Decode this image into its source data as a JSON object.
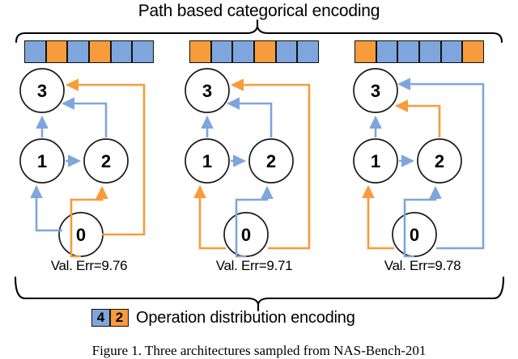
{
  "figure": {
    "title": "Path based categorical encoding",
    "legend_label": "Operation distribution encoding",
    "caption": "Figure 1.   Three architectures sampled from NAS-Bench-201"
  },
  "colors": {
    "blue": "#7EA6DC",
    "orange": "#F89B3A",
    "outline": "#111111",
    "node_stroke": "#1a1a1a",
    "brace": "#000000"
  },
  "legend": {
    "cells": [
      {
        "value": "4",
        "color": "blue"
      },
      {
        "value": "2",
        "color": "orange"
      }
    ]
  },
  "encodings": [
    {
      "name": "encoding-bar-1",
      "cells": [
        "blue",
        "orange",
        "blue",
        "orange",
        "blue",
        "blue"
      ]
    },
    {
      "name": "encoding-bar-2",
      "cells": [
        "orange",
        "blue",
        "blue",
        "orange",
        "blue",
        "blue"
      ]
    },
    {
      "name": "encoding-bar-3",
      "cells": [
        "orange",
        "blue",
        "blue",
        "blue",
        "blue",
        "orange"
      ]
    }
  ],
  "architectures": [
    {
      "id": "arch-1",
      "val_err_label": "Val. Err=9.76",
      "nodes": [
        "3",
        "1",
        "2",
        "0"
      ],
      "edges": [
        {
          "from": "0",
          "to": "1",
          "color": "blue"
        },
        {
          "from": "0",
          "to": "2",
          "color": "orange"
        },
        {
          "from": "0",
          "to": "3",
          "color": "orange"
        },
        {
          "from": "1",
          "to": "2",
          "color": "blue"
        },
        {
          "from": "1",
          "to": "3",
          "color": "blue"
        },
        {
          "from": "2",
          "to": "3",
          "color": "blue"
        }
      ]
    },
    {
      "id": "arch-2",
      "val_err_label": "Val. Err=9.71",
      "nodes": [
        "3",
        "1",
        "2",
        "0"
      ],
      "edges": [
        {
          "from": "0",
          "to": "1",
          "color": "orange"
        },
        {
          "from": "0",
          "to": "2",
          "color": "blue"
        },
        {
          "from": "0",
          "to": "3",
          "color": "orange"
        },
        {
          "from": "1",
          "to": "2",
          "color": "blue"
        },
        {
          "from": "1",
          "to": "3",
          "color": "blue"
        },
        {
          "from": "2",
          "to": "3",
          "color": "blue"
        }
      ]
    },
    {
      "id": "arch-3",
      "val_err_label": "Val. Err=9.78",
      "nodes": [
        "3",
        "1",
        "2",
        "0"
      ],
      "edges": [
        {
          "from": "0",
          "to": "1",
          "color": "orange"
        },
        {
          "from": "0",
          "to": "2",
          "color": "blue"
        },
        {
          "from": "0",
          "to": "3",
          "color": "blue"
        },
        {
          "from": "1",
          "to": "2",
          "color": "blue"
        },
        {
          "from": "1",
          "to": "3",
          "color": "blue"
        },
        {
          "from": "2",
          "to": "3",
          "color": "orange"
        }
      ]
    }
  ]
}
